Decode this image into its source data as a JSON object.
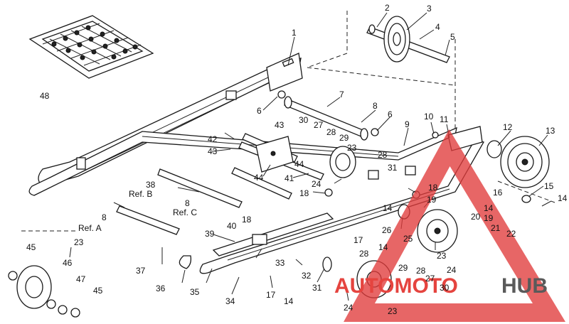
{
  "callouts": [
    {
      "id": "c1",
      "text": "1"
    },
    {
      "id": "c2",
      "text": "2"
    },
    {
      "id": "c3",
      "text": "3"
    },
    {
      "id": "c4",
      "text": "4"
    },
    {
      "id": "c5",
      "text": "5"
    },
    {
      "id": "c6a",
      "text": "6"
    },
    {
      "id": "c6b",
      "text": "6"
    },
    {
      "id": "c7",
      "text": "7"
    },
    {
      "id": "c8a",
      "text": "8"
    },
    {
      "id": "c9",
      "text": "9"
    },
    {
      "id": "c10",
      "text": "10"
    },
    {
      "id": "c11",
      "text": "11"
    },
    {
      "id": "c12",
      "text": "12"
    },
    {
      "id": "c13",
      "text": "13"
    },
    {
      "id": "c14a",
      "text": "14"
    },
    {
      "id": "c15",
      "text": "15"
    },
    {
      "id": "c14b",
      "text": "14"
    },
    {
      "id": "c16",
      "text": "16"
    },
    {
      "id": "c43a",
      "text": "43"
    },
    {
      "id": "c30a",
      "text": "30"
    },
    {
      "id": "c27a",
      "text": "27"
    },
    {
      "id": "c28a",
      "text": "28"
    },
    {
      "id": "c29a",
      "text": "29"
    },
    {
      "id": "c42",
      "text": "42"
    },
    {
      "id": "c43b",
      "text": "43"
    },
    {
      "id": "c44a",
      "text": "44"
    },
    {
      "id": "c23a",
      "text": "23"
    },
    {
      "id": "c28b",
      "text": "28"
    },
    {
      "id": "c31a",
      "text": "31"
    },
    {
      "id": "c41",
      "text": "41"
    },
    {
      "id": "c24a",
      "text": "24"
    },
    {
      "id": "c44b",
      "text": "44"
    },
    {
      "id": "c18a",
      "text": "18"
    },
    {
      "id": "c18b",
      "text": "18"
    },
    {
      "id": "c19a",
      "text": "19"
    },
    {
      "id": "c38",
      "text": "38"
    },
    {
      "id": "c8b",
      "text": "8"
    },
    {
      "id": "c8c",
      "text": "8"
    },
    {
      "id": "c20",
      "text": "20"
    },
    {
      "id": "c19b",
      "text": "19"
    },
    {
      "id": "c21",
      "text": "21"
    },
    {
      "id": "c22",
      "text": "22"
    },
    {
      "id": "c26",
      "text": "26"
    },
    {
      "id": "c25",
      "text": "25"
    },
    {
      "id": "c23b",
      "text": "23"
    },
    {
      "id": "c18c",
      "text": "18"
    },
    {
      "id": "c17a",
      "text": "17"
    },
    {
      "id": "c40",
      "text": "40"
    },
    {
      "id": "c39",
      "text": "39"
    },
    {
      "id": "c14c",
      "text": "14"
    },
    {
      "id": "c28c",
      "text": "28"
    },
    {
      "id": "c24b",
      "text": "24"
    },
    {
      "id": "c29b",
      "text": "29"
    },
    {
      "id": "c28d",
      "text": "28"
    },
    {
      "id": "c27b",
      "text": "27"
    },
    {
      "id": "c30b",
      "text": "30"
    },
    {
      "id": "c23c",
      "text": "23"
    },
    {
      "id": "c24c",
      "text": "24"
    },
    {
      "id": "c31b",
      "text": "31"
    },
    {
      "id": "c32",
      "text": "32"
    },
    {
      "id": "c33",
      "text": "33"
    },
    {
      "id": "c17b",
      "text": "17"
    },
    {
      "id": "c14d",
      "text": "14"
    },
    {
      "id": "c34",
      "text": "34"
    },
    {
      "id": "c35",
      "text": "35"
    },
    {
      "id": "c36",
      "text": "36"
    },
    {
      "id": "c37",
      "text": "37"
    },
    {
      "id": "c48",
      "text": "48"
    },
    {
      "id": "c45a",
      "text": "45"
    },
    {
      "id": "c46",
      "text": "46"
    },
    {
      "id": "c47",
      "text": "47"
    },
    {
      "id": "c45b",
      "text": "45"
    },
    {
      "id": "c23d",
      "text": "23"
    },
    {
      "id": "c14e",
      "text": "14"
    }
  ],
  "references": {
    "ref_a": "Ref. A",
    "ref_b": "Ref. B",
    "ref_c": "Ref. C"
  },
  "watermark": {
    "part1": "AUTOMOTO",
    "part2": "HUB",
    "accent": "#e03b3b",
    "secondary": "#5a5a5a"
  }
}
